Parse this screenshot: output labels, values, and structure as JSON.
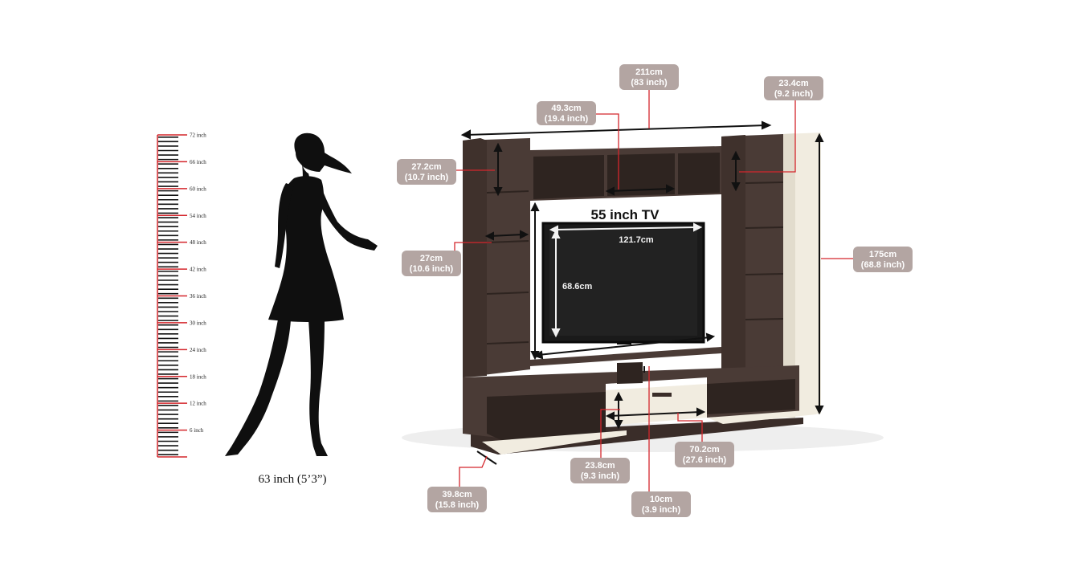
{
  "ruler": {
    "labels": [
      "72 inch",
      "66 inch",
      "60 inch",
      "54 inch",
      "48 inch",
      "42 inch",
      "36 inch",
      "30 inch",
      "24 inch",
      "18 inch",
      "12 inch",
      "6 inch"
    ],
    "accent": "#d4262c"
  },
  "person": {
    "height_caption": "63 inch (5’3”)"
  },
  "tv": {
    "caption": "55 inch TV",
    "width_label": "121.7cm",
    "height_label": "68.6cm"
  },
  "dimensions": {
    "overall_width": {
      "cm": "211cm",
      "inch": "(83 inch)"
    },
    "top_compartment_width": {
      "cm": "49.3cm",
      "inch": "(19.4 inch)"
    },
    "side_shelf_depth_top": {
      "cm": "23.4cm",
      "inch": "(9.2 inch)"
    },
    "top_shelf_height": {
      "cm": "27.2cm",
      "inch": "(10.7 inch)"
    },
    "shelf_width": {
      "cm": "27cm",
      "inch": "(10.6 inch)"
    },
    "overall_height": {
      "cm": "175cm",
      "inch": "(68.8 inch)"
    },
    "base_depth": {
      "cm": "39.8cm",
      "inch": "(15.8 inch)"
    },
    "drawer_height": {
      "cm": "23.8cm",
      "inch": "(9.3 inch)"
    },
    "drawer_width": {
      "cm": "70.2cm",
      "inch": "(27.6 inch)"
    },
    "gap_height": {
      "cm": "10cm",
      "inch": "(3.9 inch)"
    }
  },
  "colors": {
    "tag_bg": "#b3a5a2",
    "leader_line": "#d4262c",
    "wood": "#4a3b36",
    "wood_dark": "#3a2d29",
    "cream": "#f1ece0",
    "screen": "#1a1a1a"
  }
}
